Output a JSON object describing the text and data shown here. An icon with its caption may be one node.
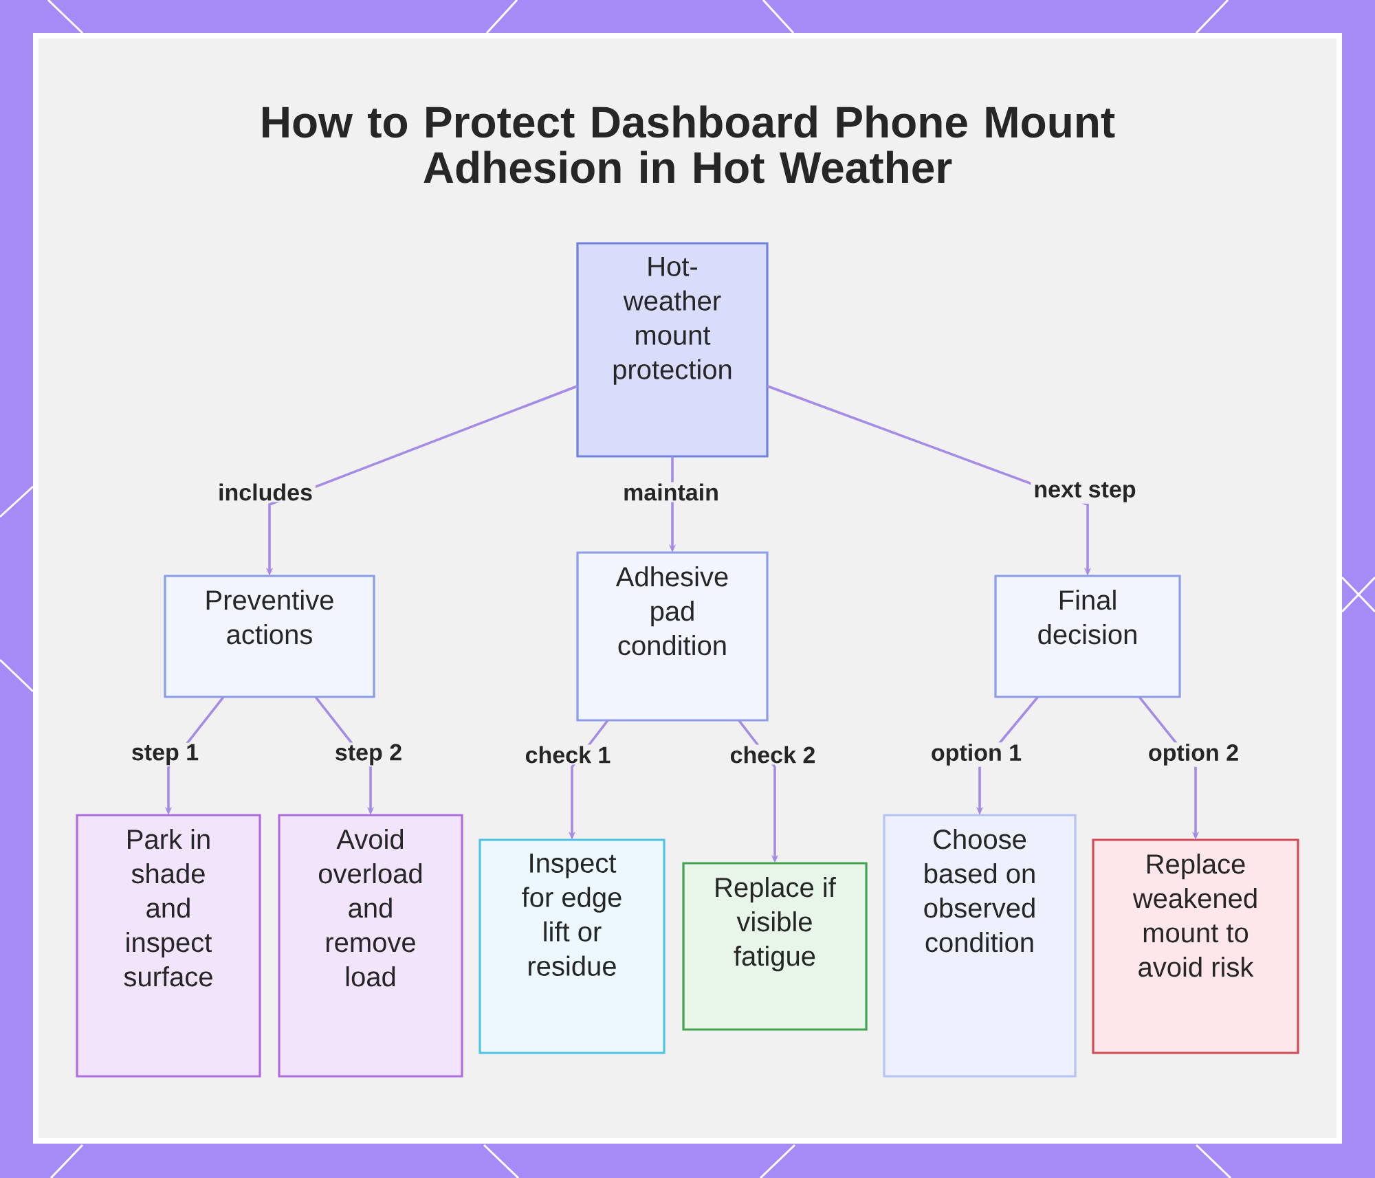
{
  "diagram": {
    "title": "How to Protect Dashboard Phone Mount Adhesion in Hot Weather",
    "nodes": [
      {
        "text": [
          "Hot-weather mount protection"
        ]
      },
      {
        "text": [
          "Preventive actions"
        ]
      },
      {
        "text": [
          "Adhesive pad condition"
        ]
      },
      {
        "text": [
          "Final decision"
        ]
      },
      {
        "text": [
          "Park in shade and inspect surface"
        ]
      },
      {
        "text": [
          "Avoid overload and remove load"
        ]
      },
      {
        "text": [
          "Inspect for edge lift or residue"
        ]
      },
      {
        "text": [
          "Replace if visible fatigue"
        ]
      },
      {
        "text": [
          "Choose based on observed condition"
        ]
      },
      {
        "text": [
          "Replace weakened mount to avoid risk"
        ]
      }
    ],
    "edges": [
      {
        "from": 0,
        "to": 1,
        "arrow": "to",
        "label": "includes"
      },
      {
        "from": 0,
        "to": 2,
        "arrow": "to",
        "label": "maintain"
      },
      {
        "from": 0,
        "to": 3,
        "arrow": "to",
        "label": "next step"
      },
      {
        "from": 1,
        "to": 4,
        "arrow": "to",
        "label": "step 1"
      },
      {
        "from": 1,
        "to": 5,
        "arrow": "to",
        "label": "step 2"
      },
      {
        "from": 2,
        "to": 6,
        "arrow": "to",
        "label": "check 1"
      },
      {
        "from": 2,
        "to": 7,
        "arrow": "to",
        "label": "check 2"
      },
      {
        "from": 3,
        "to": 8,
        "arrow": "to",
        "label": "option 1"
      },
      {
        "from": 3,
        "to": 9,
        "arrow": "to",
        "label": "option 2"
      }
    ]
  }
}
